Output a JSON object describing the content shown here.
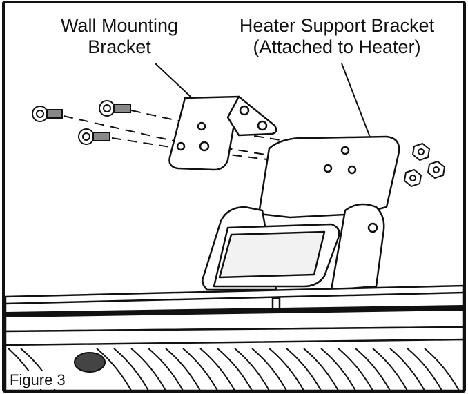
{
  "labels": {
    "wall_bracket": [
      "Wall Mounting",
      "Bracket"
    ],
    "heater_bracket": [
      "Heater Support Bracket",
      "(Attached to Heater)"
    ]
  },
  "caption": "Figure 3",
  "colors": {
    "line": "#111111",
    "background": "#ffffff"
  }
}
